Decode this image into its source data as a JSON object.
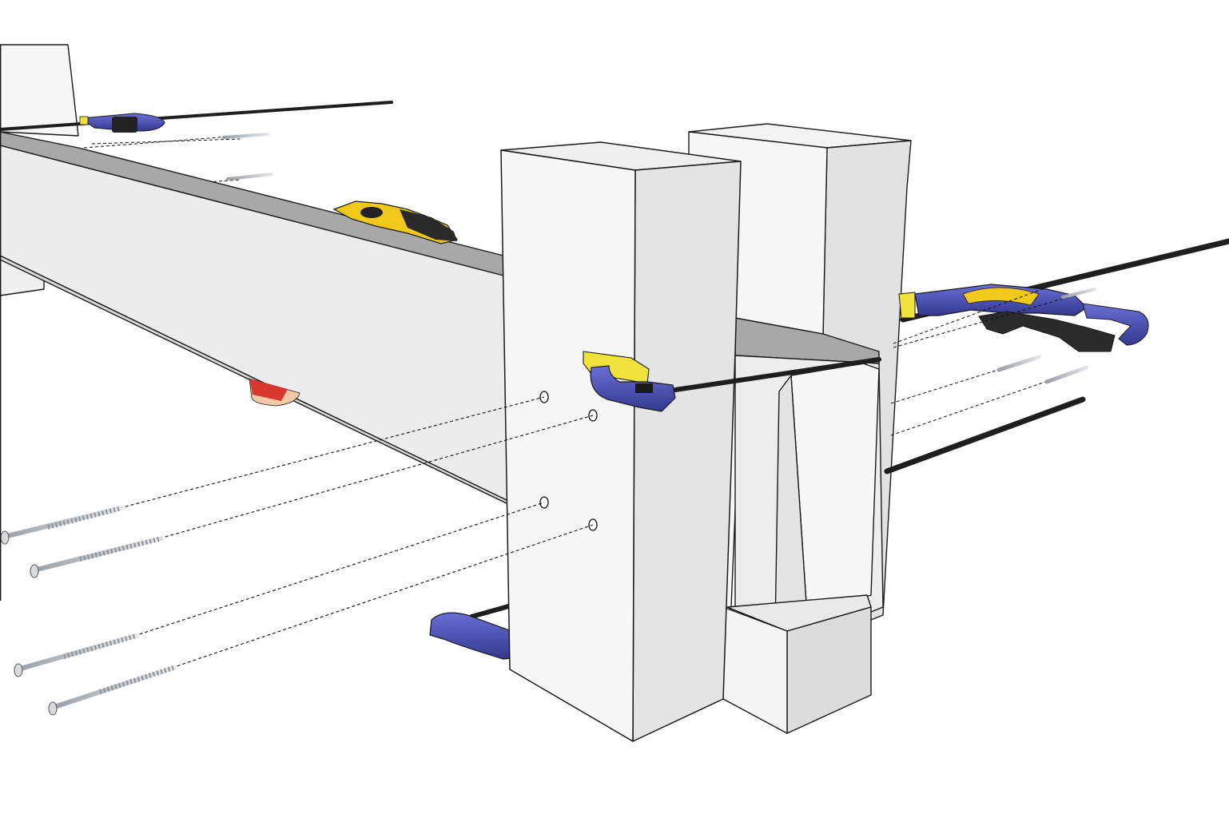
{
  "scene": {
    "kind": "exploded assembly illustration",
    "colors": {
      "background": "#ffffff",
      "wood_face_light": "#f4f4f5",
      "wood_face_mid": "#e6e6e8",
      "wood_face_dark": "#a8a8a8",
      "outline": "#1a1a1a",
      "clamp_body": "#4b4fb0",
      "clamp_pad": "#f0e23a",
      "clamp_bar": "#1e1e1e",
      "screw": "#c8ccd2",
      "drill_body": "#f2c81a",
      "glue_bottle": "#d8382e"
    },
    "parts": [
      "rail",
      "leg-front",
      "leg-rear",
      "block-far-left",
      "block-low",
      "bar-clamp-small-front",
      "bar-clamp-small-lower",
      "bar-clamp-large",
      "bar-clamp-far",
      "screw-set",
      "cordless-drill",
      "glue-bottle"
    ],
    "icons": [
      "clamp-icon",
      "screw-icon",
      "drill-icon",
      "glue-bottle-icon"
    ]
  }
}
